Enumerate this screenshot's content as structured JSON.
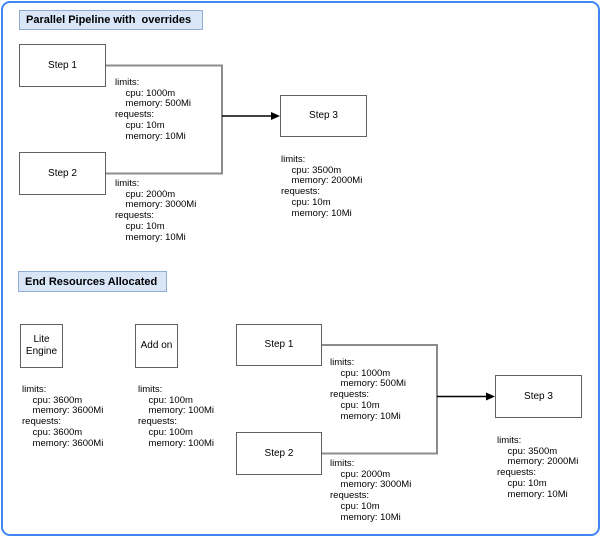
{
  "colors": {
    "frame_border": "#4285f4",
    "title_fill": "#d8e6f8",
    "title_border": "#8fadd1",
    "shape_border": "#616161",
    "connector": "#8c8c8c",
    "arrow": "#000000"
  },
  "parallel_pipeline": {
    "title": "Parallel Pipeline with  overrides",
    "step1": {
      "label": "Step 1",
      "resources": "limits:\n    cpu: 1000m\n    memory: 500Mi\nrequests:\n    cpu: 10m\n    memory: 10Mi"
    },
    "step2": {
      "label": "Step 2",
      "resources": "limits:\n    cpu: 2000m\n    memory: 3000Mi\nrequests:\n    cpu: 10m\n    memory: 10Mi"
    },
    "step3": {
      "label": "Step 3",
      "resources": "limits:\n    cpu: 3500m\n    memory: 2000Mi\nrequests:\n    cpu: 10m\n    memory: 10Mi"
    }
  },
  "end_resources": {
    "title": "End Resources Allocated",
    "lite_engine": {
      "label": "Lite Engine",
      "resources": "limits:\n    cpu: 3600m\n    memory: 3600Mi\nrequests:\n    cpu: 3600m\n    memory: 3600Mi"
    },
    "add_on": {
      "label": "Add on",
      "resources": "limits:\n    cpu: 100m\n    memory: 100Mi\nrequests:\n    cpu: 100m\n    memory: 100Mi"
    },
    "step1": {
      "label": "Step 1",
      "resources": "limits:\n    cpu: 1000m\n    memory: 500Mi\nrequests:\n    cpu: 10m\n    memory: 10Mi"
    },
    "step2": {
      "label": "Step 2",
      "resources": "limits:\n    cpu: 2000m\n    memory: 3000Mi\nrequests:\n    cpu: 10m\n    memory: 10Mi"
    },
    "step3": {
      "label": "Step 3",
      "resources": "limits:\n    cpu: 3500m\n    memory: 2000Mi\nrequests:\n    cpu: 10m\n    memory: 10Mi"
    }
  }
}
